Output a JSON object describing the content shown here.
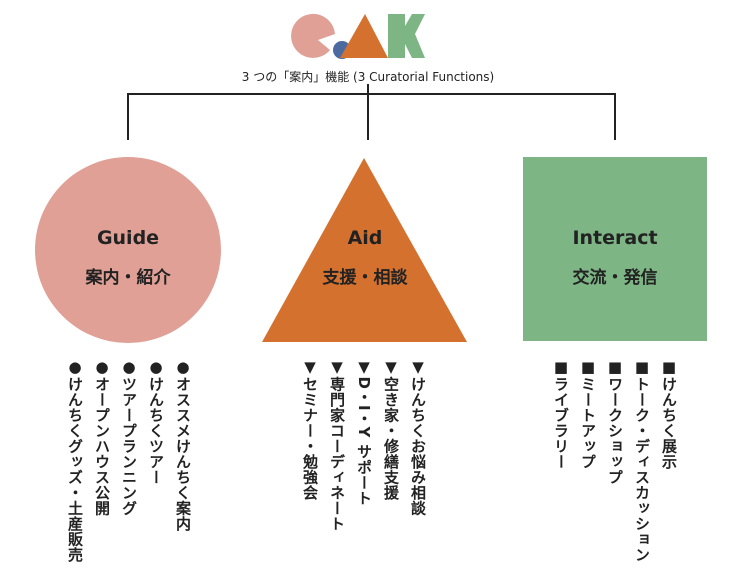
{
  "title": "3 つの「案内」機能 (3 Curatorial Functions)",
  "logo_text": "CAK",
  "colors": {
    "guide": "#e0a096",
    "aid": "#d4712f",
    "interact": "#7db585",
    "accent_blue": "#4a6aa0"
  },
  "functions": [
    {
      "en": "Guide",
      "jp": "案内・紹介",
      "items": [
        "●オススメけんちく案内",
        "●けんちくツアー",
        "●ツアープランニング",
        "●オープンハウス公開",
        "●けんちくグッズ・土産販売"
      ]
    },
    {
      "en": "Aid",
      "jp": "支援・相談",
      "items": [
        "▼けんちくお悩み相談",
        "▼空き家・修繕支援",
        "▼D・I・Y サポート",
        "▼専門家コーディネート",
        "▼セミナー・勉強会"
      ]
    },
    {
      "en": "Interact",
      "jp": "交流・発信",
      "items": [
        "■けんちく展示",
        "■トーク・ディスカッション",
        "■ワークショップ",
        "■ミートアップ",
        "■ライブラリー"
      ]
    }
  ]
}
